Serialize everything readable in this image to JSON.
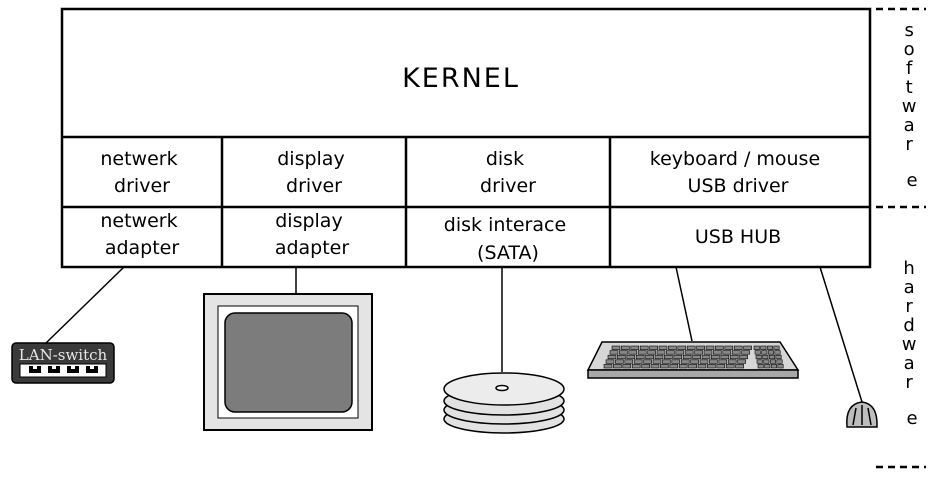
{
  "kernel": {
    "title": "KERNEL"
  },
  "drivers": [
    {
      "line1": "netwerk",
      "line2": "driver"
    },
    {
      "line1": "display",
      "line2": "driver"
    },
    {
      "line1": "disk",
      "line2": "driver"
    },
    {
      "line1": "keyboard / mouse",
      "line2": "USB driver"
    }
  ],
  "adapters": [
    {
      "line1": "netwerk",
      "line2": "adapter"
    },
    {
      "line1": "display",
      "line2": "adapter"
    },
    {
      "line1": "disk interace",
      "line2": "(SATA)"
    },
    {
      "line1": "USB HUB",
      "line2": ""
    }
  ],
  "side_labels": {
    "software": [
      "s",
      "o",
      "f",
      "t",
      "w",
      "a",
      "r",
      "e"
    ],
    "hardware": [
      "h",
      "a",
      "r",
      "d",
      "w",
      "a",
      "r",
      "e"
    ]
  },
  "devices": {
    "lan_switch_label": "LAN-switch"
  }
}
